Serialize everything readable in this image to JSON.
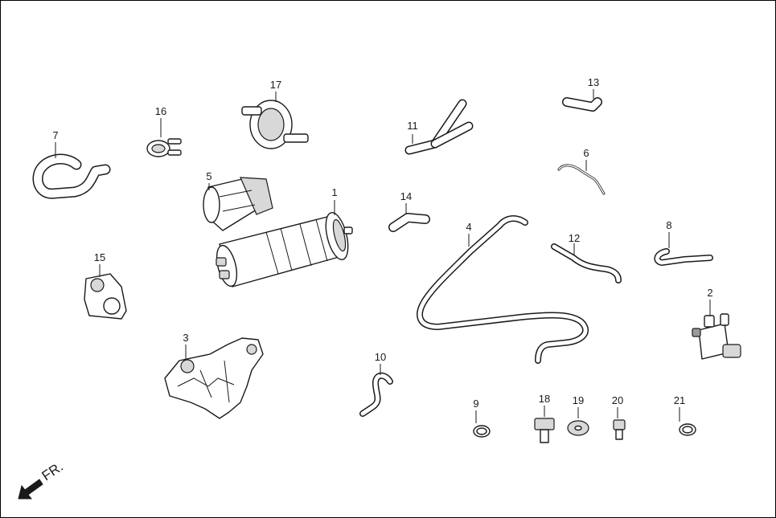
{
  "callouts": {
    "p1": "1",
    "p2": "2",
    "p3": "3",
    "p4": "4",
    "p5": "5",
    "p6": "6",
    "p7": "7",
    "p8": "8",
    "p9": "9",
    "p10": "10",
    "p11": "11",
    "p12": "12",
    "p13": "13",
    "p14": "14",
    "p15": "15",
    "p16": "16",
    "p17": "17",
    "p18": "18",
    "p19": "19",
    "p20": "20",
    "p21": "21"
  },
  "orientation": {
    "label": "FR.",
    "icon": "front-direction-arrow-icon"
  },
  "colors": {
    "line": "#1a1a1a",
    "background": "#ffffff",
    "shade": "#d8d8d8",
    "dark_shade": "#9a9a9a"
  }
}
